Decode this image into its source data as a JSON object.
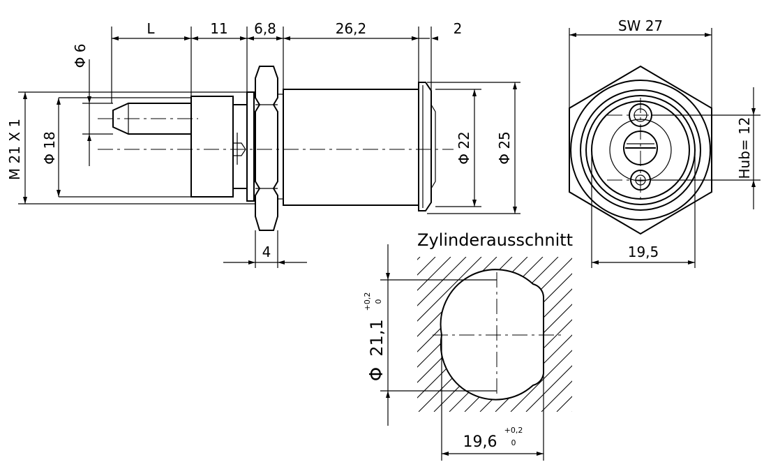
{
  "dimensions": {
    "side_view": {
      "length_l": "L",
      "length_11": "11",
      "length_6_8": "6,8",
      "length_26_2": "26,2",
      "length_2": "2",
      "dia_6": "Φ 6",
      "dia_18": "Φ 18",
      "thread": "M 21 X 1",
      "dia_22": "Φ 22",
      "dia_25": "Φ 25",
      "nut_width": "4"
    },
    "front_view": {
      "across_flats": "SW 27",
      "stroke": "Hub= 12",
      "width_19_5": "19,5"
    },
    "cutout": {
      "title": "Zylinderausschnitt",
      "dia_symbol": "Φ",
      "dia_value": "21,1",
      "dia_tol_upper": "+0,2",
      "dia_tol_lower": "0",
      "width_value": "19,6",
      "width_tol_upper": "+0,2",
      "width_tol_lower": "0"
    }
  }
}
